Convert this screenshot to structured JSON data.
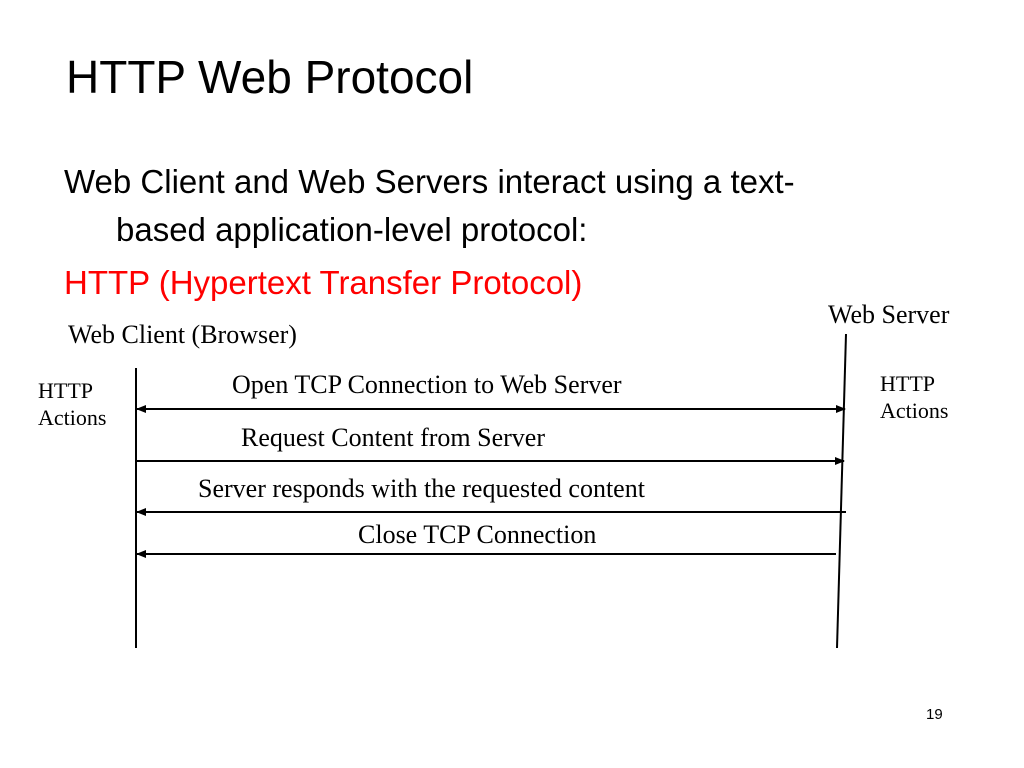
{
  "slide": {
    "title": "HTTP Web Protocol",
    "bullet1_line1": "Web Client and Web Servers interact using a text-",
    "bullet1_line2": "based application-level protocol:",
    "bullet2": "HTTP  (Hypertext Transfer Protocol)",
    "page_number": "19"
  },
  "diagram": {
    "client_label": "Web Client (Browser)",
    "server_label": "Web Server",
    "client_actions_line1": "HTTP",
    "client_actions_line2": "Actions",
    "server_actions_line1": "HTTP",
    "server_actions_line2": "Actions",
    "messages": [
      {
        "label": "Open TCP Connection to Web Server",
        "direction": "both"
      },
      {
        "label": "Request Content from Server",
        "direction": "to-server"
      },
      {
        "label": "Server responds with the requested content",
        "direction": "to-client"
      },
      {
        "label": "Close TCP Connection",
        "direction": "to-client"
      }
    ],
    "colors": {
      "text": "#000000",
      "highlight": "#ff0000"
    }
  }
}
